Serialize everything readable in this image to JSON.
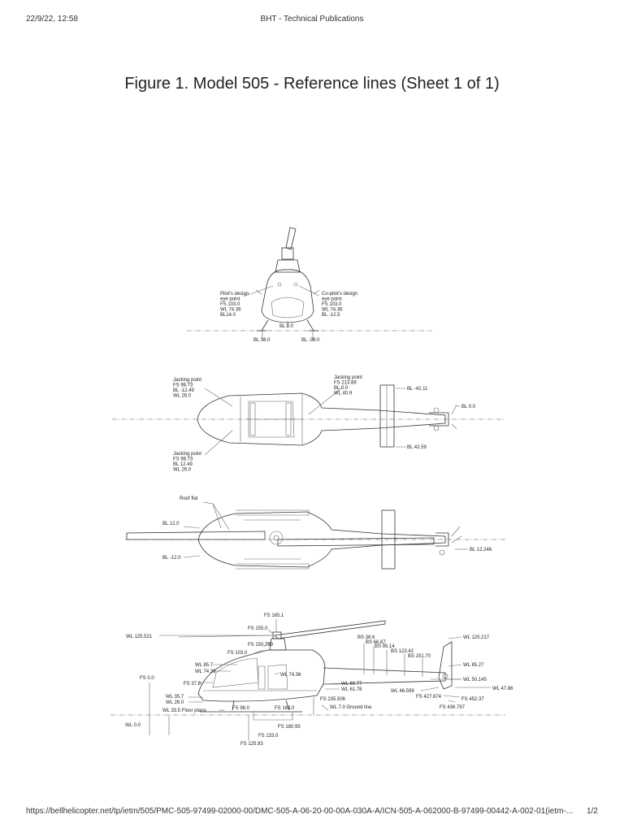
{
  "header": {
    "date": "22/9/22, 12:58",
    "title": "BHT - Technical Publications"
  },
  "figure": {
    "title": "Figure 1. Model 505 - Reference lines (Sheet 1 of 1)"
  },
  "front_view": {
    "pilot": [
      "Pilot's design",
      "eye point",
      "FS 103.0",
      "WL 74.36",
      "BL14.0"
    ],
    "copilot": [
      "Co-pilot's design",
      "eye point",
      "FS 103.0",
      "WL 74.36",
      "BL -12.5"
    ],
    "bl_center": "BL 0.0",
    "bl_left": "BL 38.0",
    "bl_right": "BL -38.0"
  },
  "top_view": {
    "jack_upper": [
      "Jacking point",
      "FS 98.73",
      "BL -12.49",
      "WL 26.0"
    ],
    "jack_lower": [
      "Jacking point",
      "FS 98.73",
      "BL 12.49",
      "WL 26.0"
    ],
    "jack_aft": [
      "Jacking point",
      "FS 213.89",
      "BL 0.0",
      "WL 40.9"
    ],
    "bl_tail_top": "BL -42.11",
    "bl_tail_bottom": "BL 42.59",
    "bl_tail_center": "BL 0.0"
  },
  "bottom_view": {
    "roof_flat": "Roof flat",
    "bl_12": "BL 12.0",
    "bl_m12": "BL -12.0",
    "bl_tail": "BL 12.246"
  },
  "side_view": {
    "fs_165": "FS 165.1",
    "fs_155": "FS 155.0",
    "fs_150": "FS 150.799",
    "fs_103": "FS 103.0",
    "wl_125l": "WL 125.521",
    "wl_857": "WL 85.7",
    "wl_7436l": "WL 74.36",
    "wl_7436c": "WL 74.36",
    "fs_0": "FS 0.0",
    "fs_378": "FS 37.8",
    "wl_357": "WL 35.7",
    "wl_260": "WL 26.0",
    "wl_335": "WL 33.5 Floor plane",
    "fs_980": "FS 98.0",
    "fs_1680": "FS 168.0",
    "wl_00": "WL 0.0",
    "fs_1809": "FS 180.95",
    "fs_1330": "FS 133.0",
    "fs_1259": "FS 125.93",
    "wl_6977": "WL 69.77",
    "wl_6178": "WL 61.78",
    "fs_2355": "FS 235.506",
    "wl_70": "WL 7.0 Ground line",
    "bs_386": "BS 38.6",
    "bs_6687": "BS 66.87",
    "bs_9514": "BS 95.14",
    "bs_1234": "BS 123.42",
    "bs_1517": "BS 151.70",
    "wl_125r": "WL 125.217",
    "wl_8527": "WL 85.27",
    "wl_50": "WL 50.145",
    "wl_4659": "WL 46.599",
    "wl_4786": "WL 47.86",
    "fs_4275": "FS 427.674",
    "fs_4523": "FS 452.37",
    "fs_4367": "FS 436.797"
  },
  "footer": {
    "url": "https://bellhelicopter.net/tp/ietm/505/PMC-505-97499-02000-00/DMC-505-A-06-20-00-00A-030A-A/ICN-505-A-062000-B-97499-00442-A-002-01(ietm-...",
    "page": "1/2"
  }
}
